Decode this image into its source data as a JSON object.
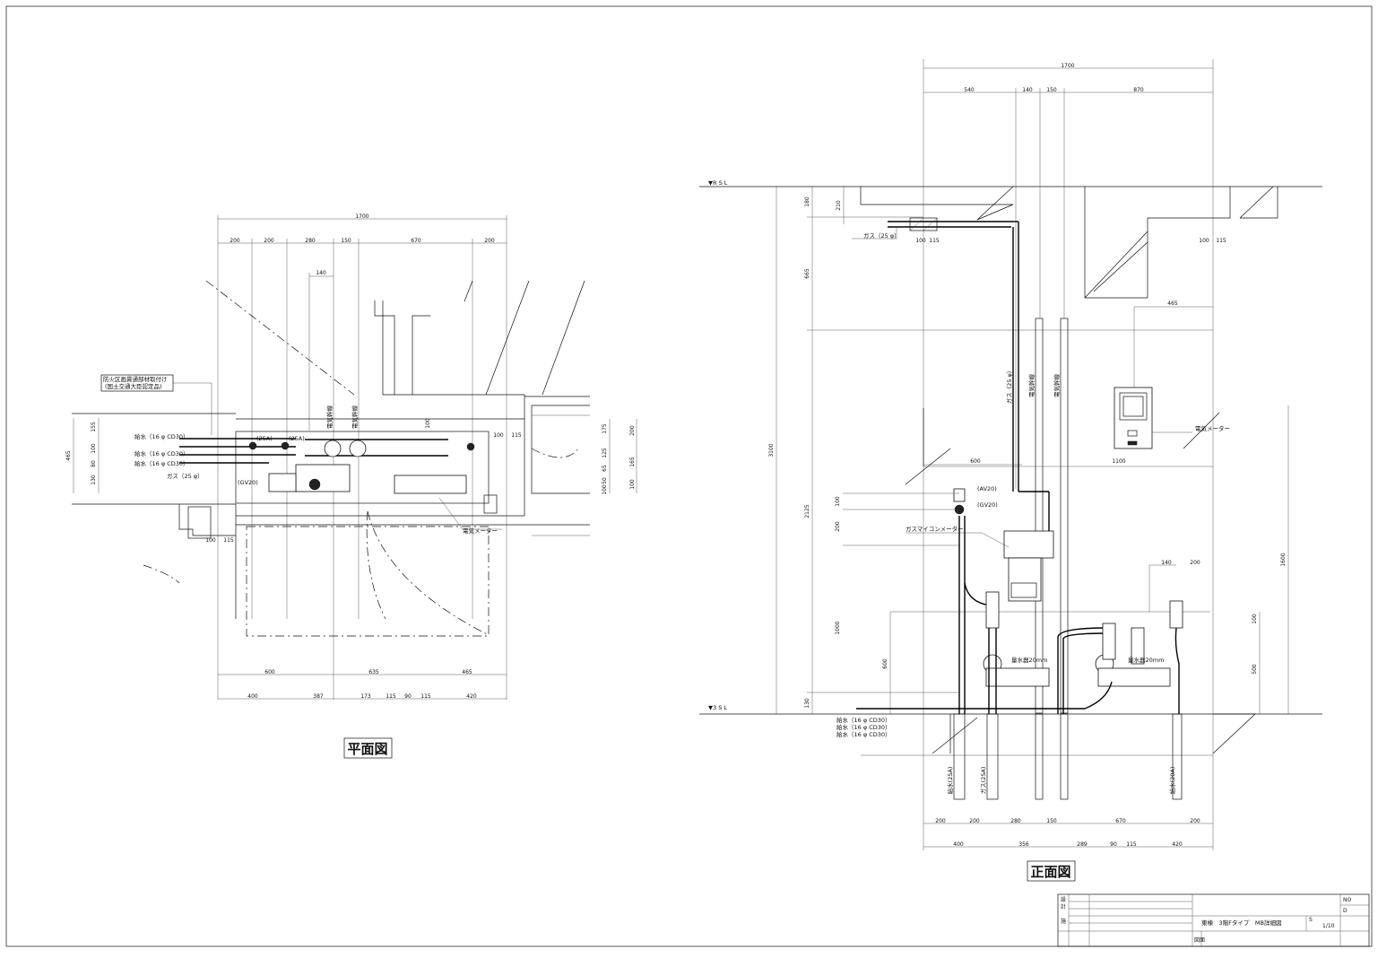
{
  "plan": {
    "title": "平面図",
    "dims_top_total": "1700",
    "dims_top": [
      "200",
      "200",
      "280",
      "150",
      "670",
      "200"
    ],
    "dim_140": "140",
    "dims_bottom_a": [
      "600",
      "635",
      "465"
    ],
    "dims_bottom_b": [
      "400",
      "387",
      "173",
      "115",
      "90",
      "115",
      "420"
    ],
    "dims_left_total": "465",
    "dims_left": [
      "155",
      "100",
      "80",
      "130"
    ],
    "dims_right": [
      "175",
      "125",
      "65",
      "50",
      "100"
    ],
    "dims_right_b": [
      "200",
      "165",
      "100"
    ],
    "dims_misc": [
      "100",
      "115",
      "100",
      "100",
      "115"
    ],
    "note_line1": "防火区画貫通部材取付け",
    "note_line2": "(国土交通大臣認定品)",
    "labels_left": [
      "給水（16 φ CD30）",
      "給水（16 φ CD30）",
      "給水（16 φ CD30）",
      "ガス（25 φ）"
    ],
    "label_25a_1": "(25A)",
    "label_25a_2": "(25A)",
    "label_gv20": "(GV20)",
    "label_elec_1": "電気幹線",
    "label_elec_2": "電気幹線",
    "label_meter": "電気メーター"
  },
  "elev": {
    "title": "正面図",
    "rsl": "▼R S L",
    "sl3": "▼3 S L",
    "dims_top_total": "1700",
    "dims_top": [
      "540",
      "140",
      "150",
      "870"
    ],
    "dims_left_total": "3100",
    "dims_left": [
      "180",
      "665",
      "2125",
      "130"
    ],
    "dim_210": "210",
    "dims_mid": [
      "100",
      "200",
      "1000",
      "600"
    ],
    "dims_bottom_a": [
      "200",
      "200",
      "280",
      "150",
      "670",
      "200"
    ],
    "dims_bottom_b": [
      "400",
      "356",
      "289",
      "90",
      "115",
      "420"
    ],
    "dim_465": "465",
    "dim_600": "600",
    "dim_1100": "1100",
    "dim_1600": "1600",
    "dims_right": [
      "100",
      "500",
      "140",
      "200",
      "100",
      "115",
      "100",
      "115"
    ],
    "label_gas_top": "ガス（25 φ）",
    "label_gas_v": "ガス（25 φ）",
    "label_elec_1": "電気幹線",
    "label_elec_2": "電気幹線",
    "label_elec_meter": "電気メーター",
    "label_av20": "(AV20)",
    "label_gv20": "(GV20)",
    "label_gas_meter": "ガスマイコンメーター",
    "label_wm_1": "量水器20mm",
    "label_wm_2": "量水器20mm",
    "labels_bottom_left": [
      "給水（16 φ CD30）",
      "給水（16 φ CD30）",
      "給水（16 φ CD30）"
    ],
    "label_v_supply_25a": "給水(25A)",
    "label_v_gas_25a": "ガス(25A)",
    "label_v_supply_20a": "給水(20A)"
  },
  "title_block": {
    "no_label": "NO",
    "drawing_title": "東棟　3階Fタイプ　MB詳細図",
    "scale_label": "S",
    "scale": "1/10",
    "side_label_1": "設",
    "side_label_2": "計",
    "side_label_3": "施",
    "side_label_4": "D",
    "bottom_label": "図面"
  }
}
